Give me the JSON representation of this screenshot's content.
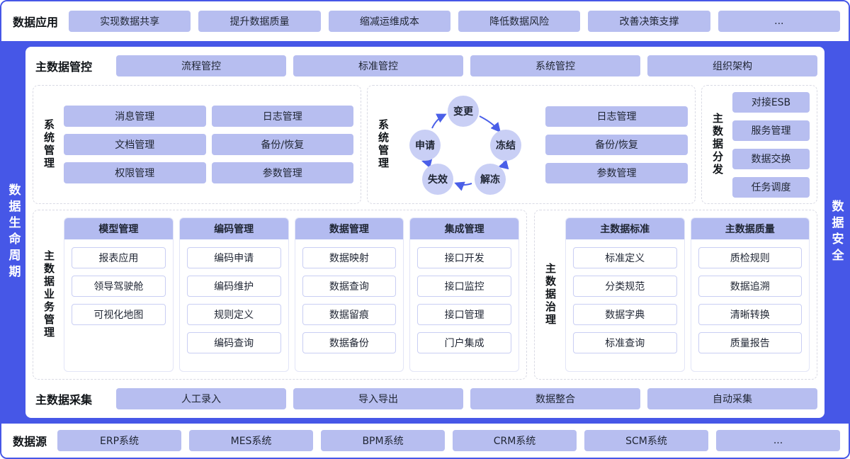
{
  "colors": {
    "band_blue": "#4657e7",
    "pill_lavender": "#b7bef0",
    "pill_text": "#1f2533",
    "arrow_blue": "#4a5fe8"
  },
  "top_row": {
    "label": "数据应用",
    "items": [
      "实现数据共享",
      "提升数据质量",
      "缩减运维成本",
      "降低数据风险",
      "改善决策支撑",
      "..."
    ]
  },
  "sidebars": {
    "left": "数据生命周期",
    "right": "数据安全"
  },
  "control_row": {
    "label": "主数据管控",
    "items": [
      "流程管控",
      "标准管控",
      "系统管控",
      "组织架构"
    ]
  },
  "system_left": {
    "label": "系统管理",
    "items": [
      "消息管理",
      "日志管理",
      "文档管理",
      "备份/恢复",
      "权限管理",
      "参数管理"
    ]
  },
  "system_mid": {
    "label": "系统管理",
    "flow_nodes": [
      "变更",
      "冻结",
      "解冻",
      "失效",
      "申请"
    ],
    "items": [
      "日志管理",
      "备份/恢复",
      "参数管理"
    ]
  },
  "distribution": {
    "label": "主数据分发",
    "items": [
      "对接ESB",
      "服务管理",
      "数据交换",
      "任务调度"
    ]
  },
  "business": {
    "label": "主数据业务管理",
    "columns": [
      {
        "header": "模型管理",
        "items": [
          "报表应用",
          "领导驾驶舱",
          "可视化地图"
        ]
      },
      {
        "header": "编码管理",
        "items": [
          "编码申请",
          "编码维护",
          "规则定义",
          "编码查询"
        ]
      },
      {
        "header": "数据管理",
        "items": [
          "数据映射",
          "数据查询",
          "数据留痕",
          "数据备份"
        ]
      },
      {
        "header": "集成管理",
        "items": [
          "接口开发",
          "接口监控",
          "接口管理",
          "门户集成"
        ]
      }
    ]
  },
  "governance": {
    "label": "主数据治理",
    "columns": [
      {
        "header": "主数据标准",
        "items": [
          "标准定义",
          "分类规范",
          "数据字典",
          "标准查询"
        ]
      },
      {
        "header": "主数据质量",
        "items": [
          "质检规则",
          "数据追溯",
          "清晰转换",
          "质量报告"
        ]
      }
    ]
  },
  "collection_row": {
    "label": "主数据采集",
    "items": [
      "人工录入",
      "导入导出",
      "数据整合",
      "自动采集"
    ]
  },
  "bottom_row": {
    "label": "数据源",
    "items": [
      "ERP系统",
      "MES系统",
      "BPM系统",
      "CRM系统",
      "SCM系统",
      "..."
    ]
  }
}
